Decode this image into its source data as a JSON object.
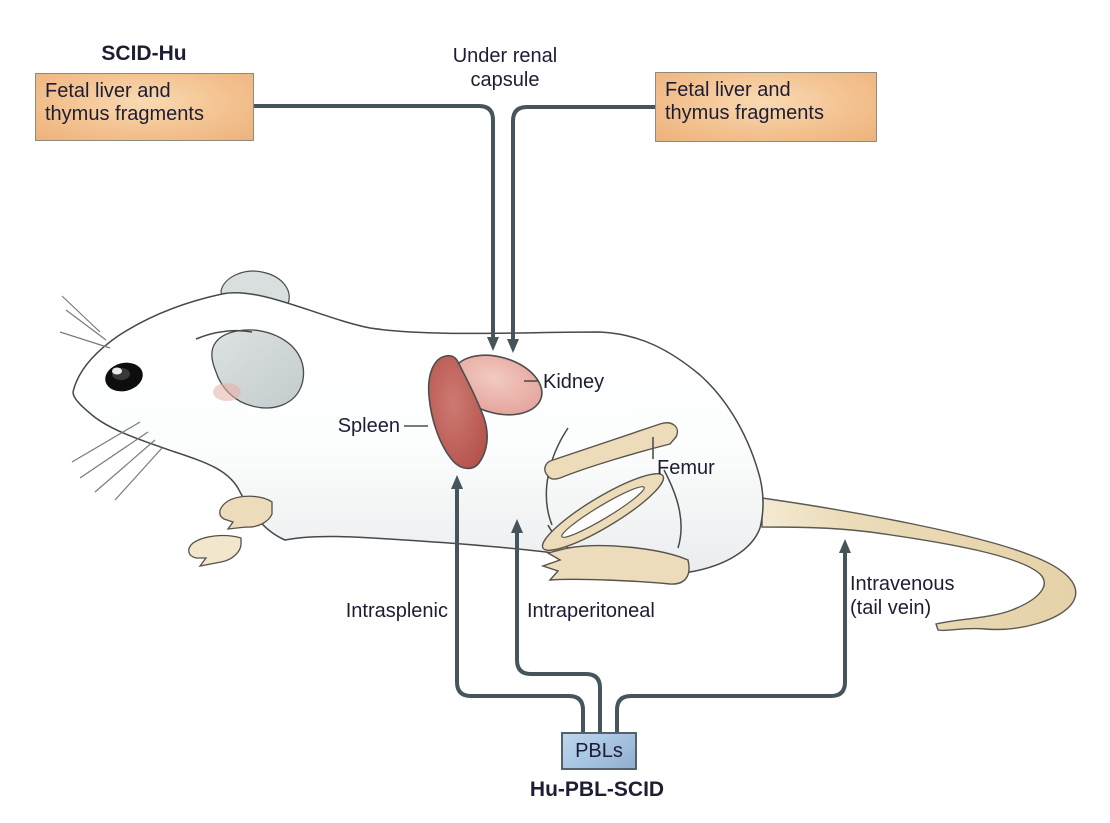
{
  "diagram": {
    "scid_hu": {
      "title": "SCID-Hu",
      "left_box": "Fetal liver and\nthymus fragments",
      "right_box": "Fetal liver and\nthymus fragments",
      "route_label": "Under renal\ncapsule"
    },
    "hu_pbl_scid": {
      "title": "Hu-PBL-SCID",
      "box": "PBLs",
      "routes": {
        "intrasplenic": "Intrasplenic",
        "intraperitoneal": "Intraperitoneal",
        "intravenous": "Intravenous\n(tail vein)"
      }
    },
    "anatomy": {
      "kidney": "Kidney",
      "spleen": "Spleen",
      "femur": "Femur"
    },
    "colors": {
      "arrow": "#46545c",
      "fragment_box_fill": "#f3c290",
      "fragment_box_border": "#8e8a7c",
      "pbl_box_fill": "#a9c7e4",
      "pbl_box_border": "#55606b",
      "spleen": "#b9544e",
      "kidney": "#e7aaa2",
      "bone": "#ecdcba",
      "ear": "#ccd3d5",
      "text": "#1d1d33"
    }
  }
}
